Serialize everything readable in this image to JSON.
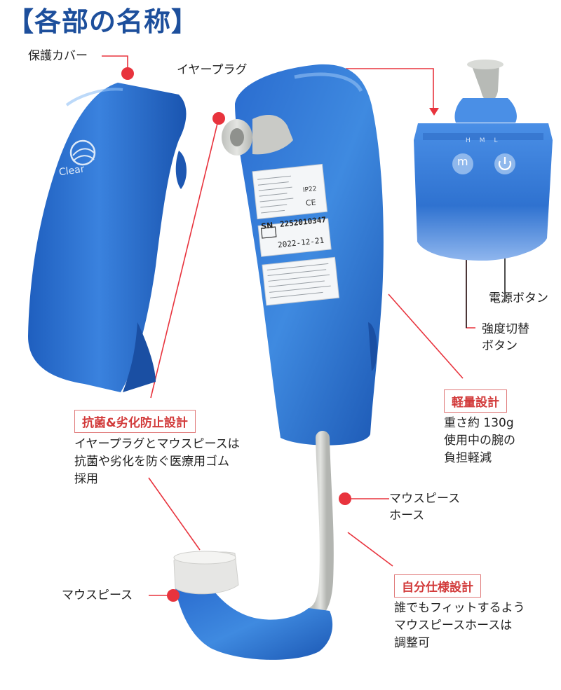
{
  "title": "【各部の名称】",
  "parts": {
    "cover": "保護カバー",
    "earplug": "イヤープラグ",
    "power": "電源ボタン",
    "intensity_line1": "強度切替",
    "intensity_line2": "ボタン",
    "hose_line1": "マウスピース",
    "hose_line2": "ホース",
    "mouthpiece": "マウスピース"
  },
  "features": {
    "antibacterial": {
      "heading": "抗菌&劣化防止設計",
      "lines": [
        "イヤープラグとマウスピースは",
        "抗菌や劣化を防ぐ医療用ゴム",
        "採用"
      ]
    },
    "lightweight": {
      "heading": "軽量設計",
      "lines": [
        "重さ約 130g",
        "使用中の腕の",
        "負担軽減"
      ]
    },
    "custom": {
      "heading": "自分仕様設計",
      "lines": [
        "誰でもフィットするよう",
        "マウスピースホースは",
        "調整可"
      ]
    }
  },
  "device": {
    "brand": "Clear",
    "serial": "2252010347",
    "date": "2022-12-21",
    "sn_label": "SN",
    "ip_rating": "IP22",
    "ce": "CE",
    "mode_labels": [
      "H",
      "M",
      "L"
    ],
    "mode_button": "m"
  },
  "colors": {
    "title": "#1d4f9c",
    "accent_red": "#e8333d",
    "device_blue": "#2f72d0"
  }
}
